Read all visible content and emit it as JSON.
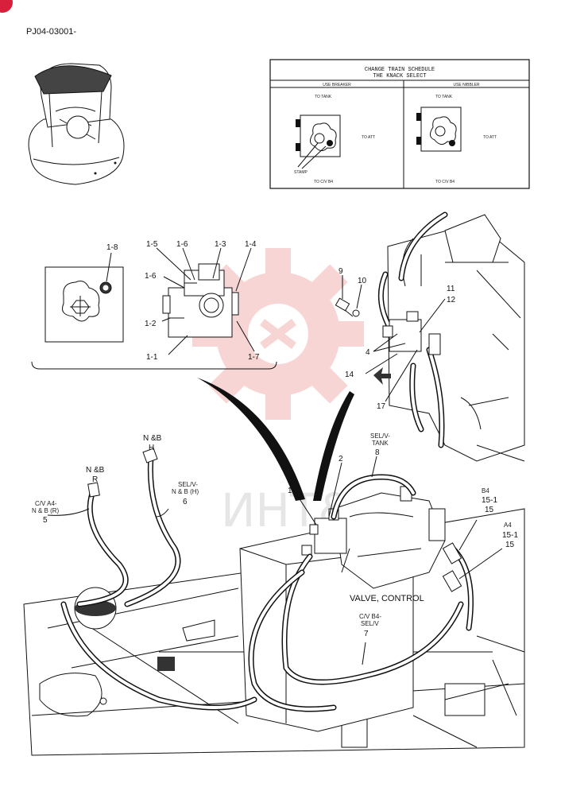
{
  "document_id": "PJ04-03001-",
  "schedule_table": {
    "title_line1": "CHANGE TRAIN SCHEDULE",
    "title_line2": "THE KNACK SELECT",
    "col_left": "USE BREAKER",
    "col_right": "USE NIBBLER",
    "left_to_tank": "TO TANK",
    "left_to_att": "TO ATT",
    "left_stamp": "STAMP",
    "left_to_cv": "TO C/V B4",
    "right_to_tank": "TO TANK",
    "right_to_att": "TO ATT",
    "right_to_cv": "TO C/V B4"
  },
  "detail_labels": {
    "l_1_8": "1-8",
    "l_1_5": "1-5",
    "l_1_6a": "1-6",
    "l_1_3": "1-3",
    "l_1_4": "1-4",
    "l_1_6b": "1-6",
    "l_1_2": "1-2",
    "l_1_1": "1-1",
    "l_1_7": "1-7"
  },
  "callouts": {
    "c9": "9",
    "c10": "10",
    "c11": "11",
    "c12": "12",
    "c4": "4",
    "c14": "14",
    "c17": "17",
    "c1": "1",
    "c2": "2",
    "nb_h_1": "N &B",
    "nb_h_2": "H",
    "nb_r_1": "N &B",
    "nb_r_2": "R",
    "cv_a4_1": "C/V A4-",
    "cv_a4_2": "N & B (R)",
    "c5": "5",
    "selv_nb_1": "SEL/V-",
    "selv_nb_2": "N & B (H)",
    "c6": "6",
    "selv_tank_1": "SEL/V-",
    "selv_tank_2": "TANK",
    "c8": "8",
    "b4": "B4",
    "b4_151": "15-1",
    "b4_15": "15",
    "a4": "A4",
    "a4_151": "15-1",
    "a4_15": "15",
    "valve_control": "VALVE, CONTROL",
    "cv_b4_1": "C/V B4-",
    "cv_b4_2": "SEL/V",
    "c7": "7"
  },
  "watermark": "ИНТ&",
  "colors": {
    "badge": "#d8203c",
    "watermark_gear": "#f3b3b3",
    "ink": "#111111"
  }
}
